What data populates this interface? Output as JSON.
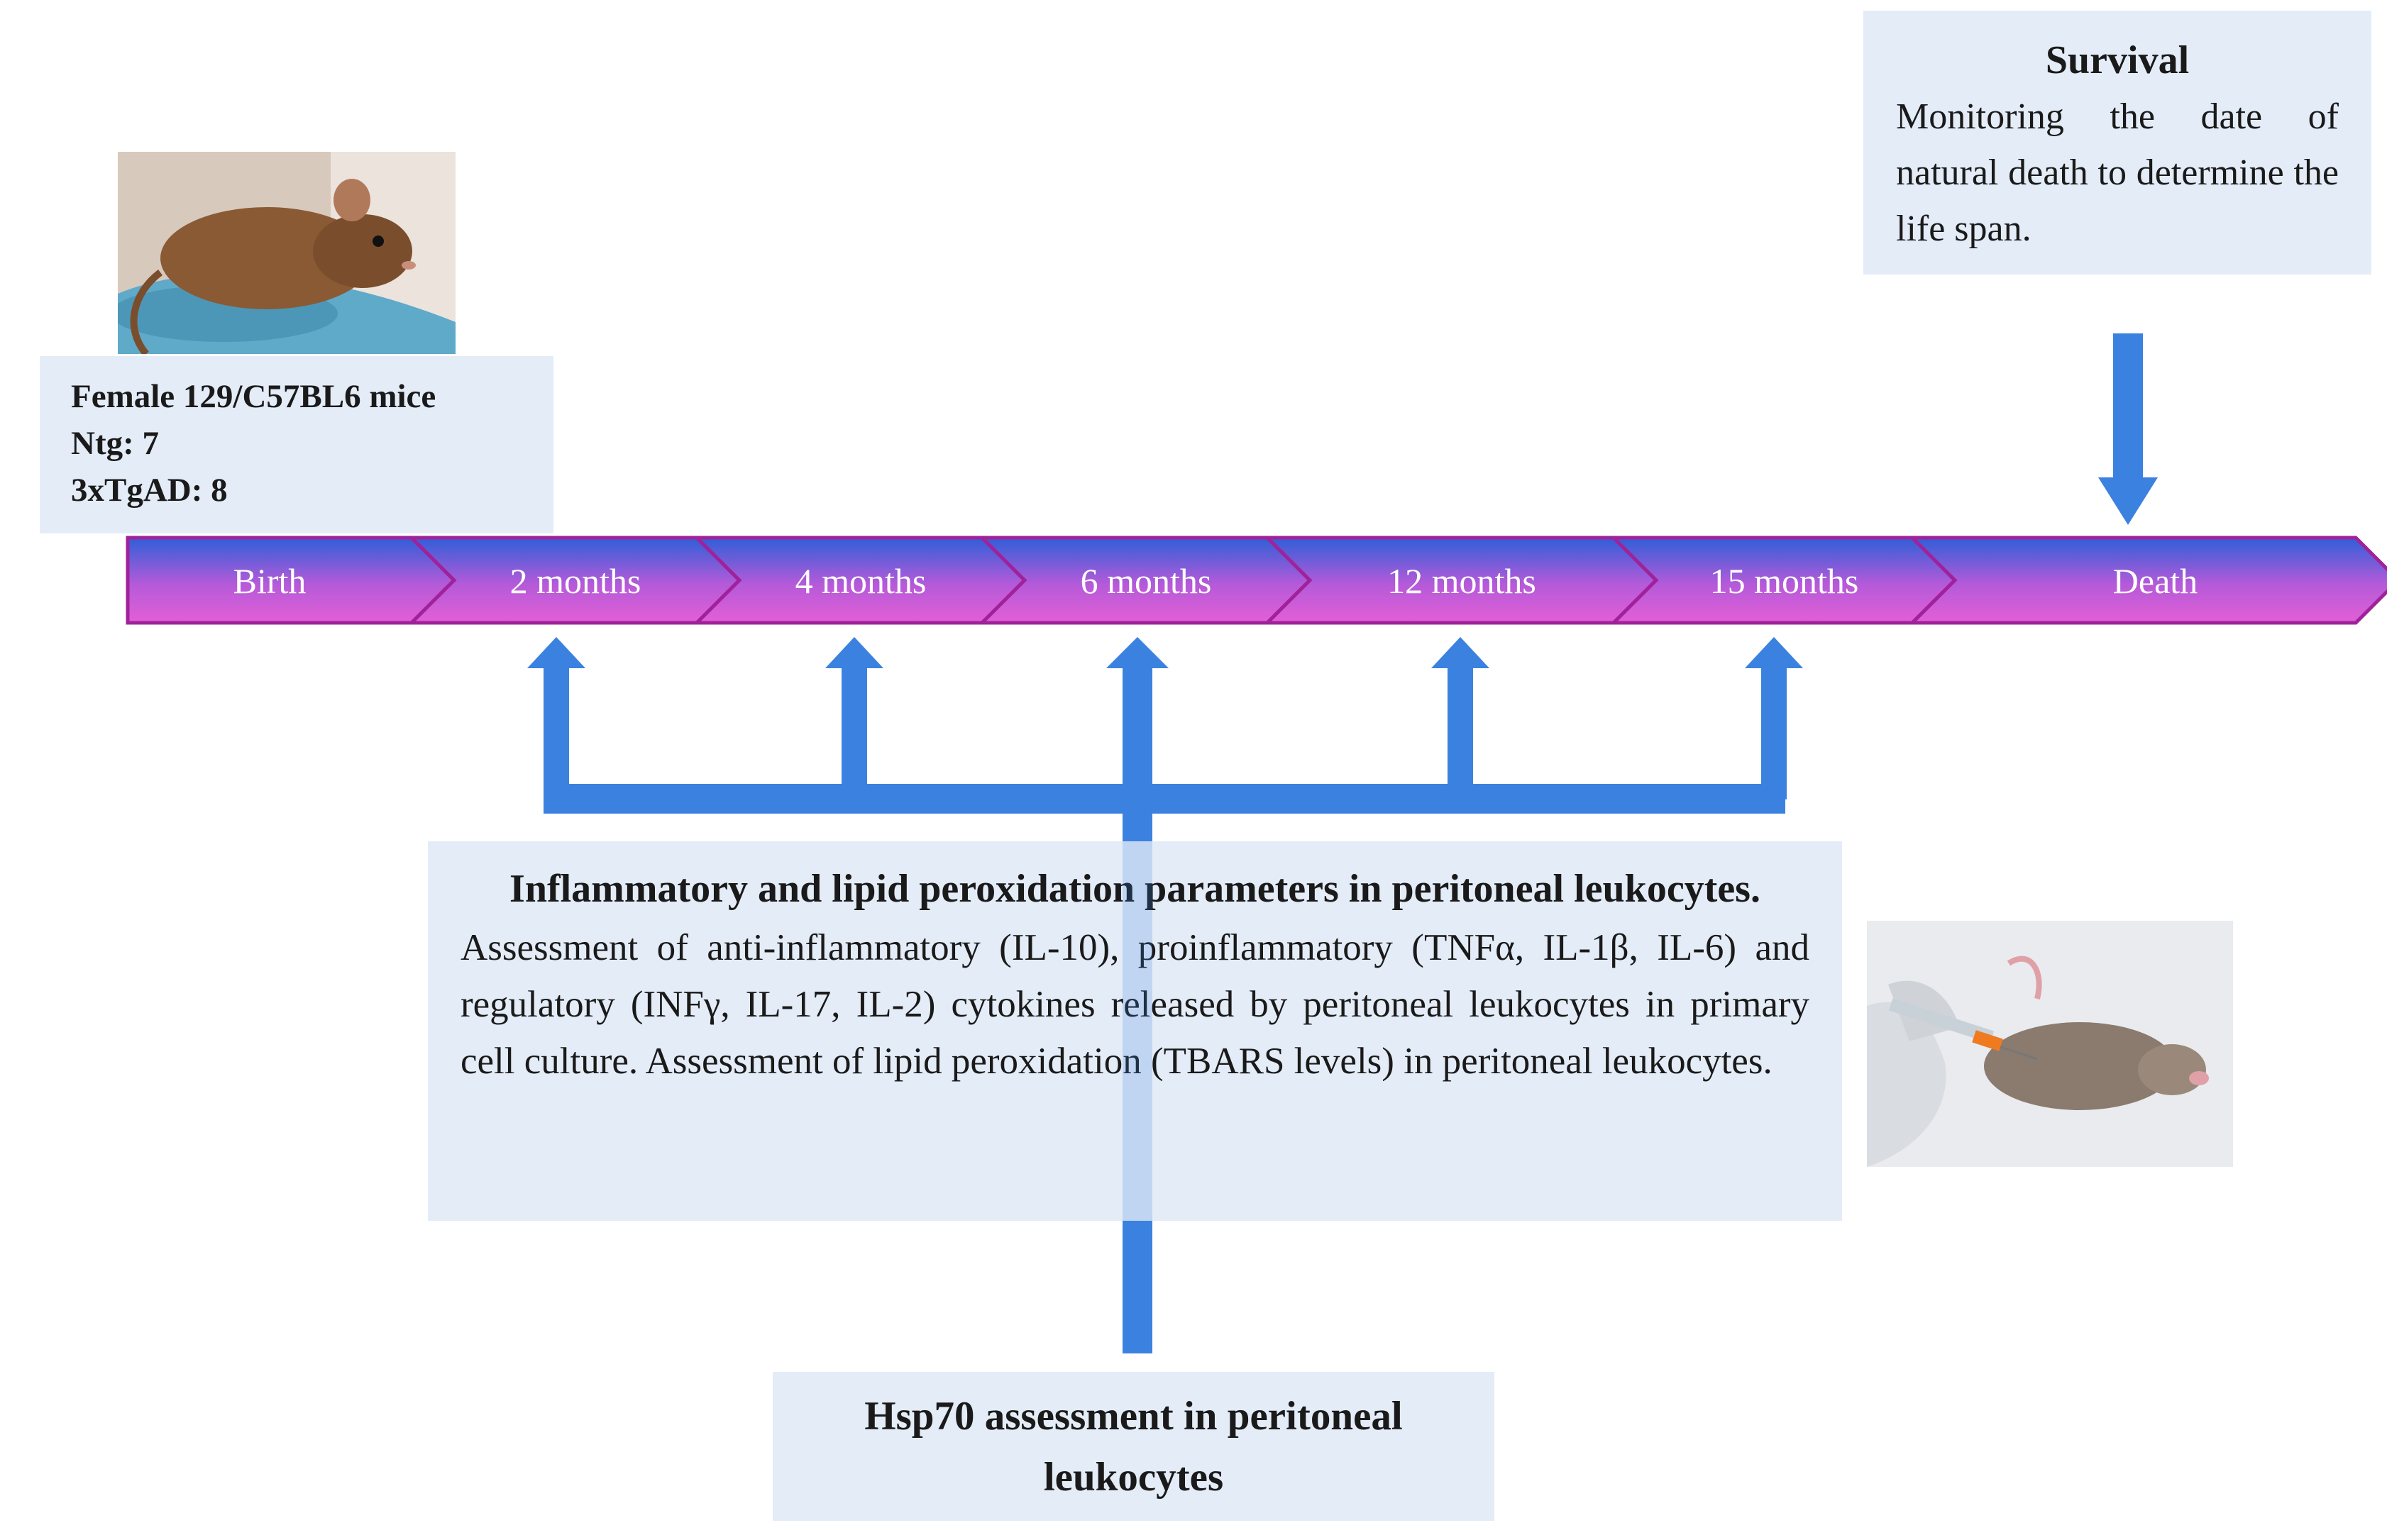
{
  "timeline": {
    "segments": [
      "Birth",
      "2 months",
      "4 months",
      "6 months",
      "12 months",
      "15 months",
      "Death"
    ]
  },
  "cohort": {
    "line1": "Female 129/C57BL6 mice",
    "line2": "Ntg: 7",
    "line3": "3xTgAD: 8"
  },
  "survival": {
    "title": "Survival",
    "body": "Monitoring the date of natural death to determine the life span."
  },
  "inflammation": {
    "title": "Inflammatory and lipid peroxidation parameters in peritoneal leukocytes.",
    "body": "Assessment of anti-inflammatory (IL-10), proinflammatory (TNFα, IL-1β, IL-6) and regulatory (INFγ, IL-17, IL-2) cytokines released by peritoneal leukocytes in primary cell culture. Assessment of lipid peroxidation (TBARS levels) in peritoneal leukocytes."
  },
  "hsp70": {
    "title": "Hsp70 assessment in peritoneal leukocytes"
  },
  "colors": {
    "box_fill": "#e4ecf7",
    "arrow_blue": "#3b82e0",
    "segment_top": "#2f5fd8",
    "segment_bottom": "#e35fd6",
    "segment_border": "#a0229a",
    "segment_text": "#ffffff"
  },
  "icons": {
    "mouse_photo": "brown-mouse-on-gloved-hand",
    "injection_photo": "mouse-receiving-intraperitoneal-injection"
  }
}
